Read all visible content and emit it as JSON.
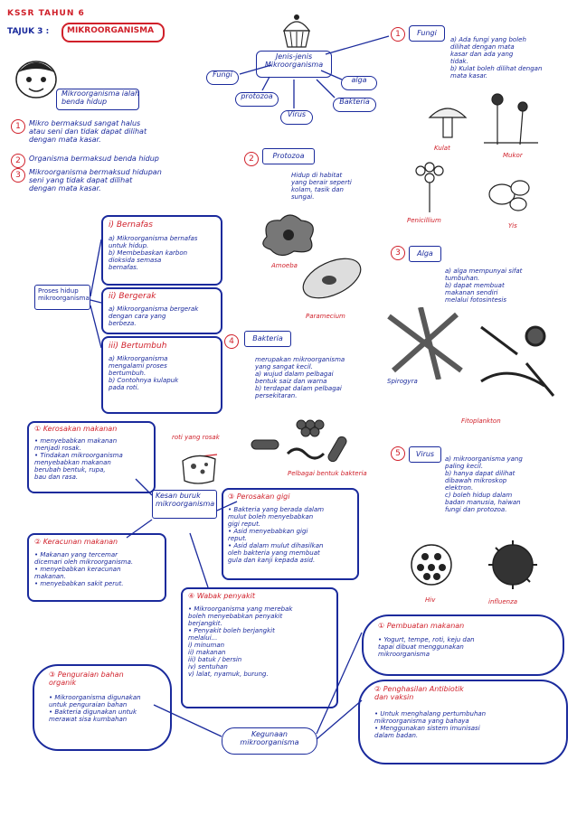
{
  "header": {
    "level": "KSSR TAHUN 6",
    "topic_prefix": "TAJUK 3 :",
    "topic": "MIKROORGANISMA"
  },
  "center": {
    "jenis": "Jenis-jenis\nMikroorganisma",
    "fungi": "Fungi",
    "alga": "alga",
    "protozoa": "protozoa",
    "virus": "Virus",
    "bakteria": "Bakteria"
  },
  "intro": {
    "definition": "Mikroorganisma ialah\nbenda hidup",
    "point1": "Mikro bermaksud sangat halus\natau seni dan tidak dapat dilihat\ndengan mata kasar.",
    "point2": "Organisma bermaksud benda hidup",
    "point3": "Mikroorganisma bermaksud hidupan\nseni yang tidak dapat dilihat\ndengan mata kasar."
  },
  "life": {
    "label": "Proses hidup\nmikroorganisma",
    "bernafas_title": "Bernafas",
    "bernafas_text": "a) Mikroorganisma bernafas\n    untuk hidup.\nb) Membebaskan karbon\n    dioksida semasa\n    bernafas.",
    "bergerak_title": "Bergerak",
    "bergerak_text": "a) Mikroorganisma bergerak\n    dengan cara yang\n    berbeza.",
    "bertumbuh_title": "Bertumbuh",
    "bertumbuh_text": "a) Mikroorganisma\n    mengalami proses\n    bertumbuh.\nb) Contohnya kulapuk\n    pada roti."
  },
  "fungi": {
    "title": "Fungi",
    "text": "a) Ada fungi yang boleh\n    dilihat dengan mata\n    kasar dan ada yang\n    tidak.\nb) Kulat boleh dilihat dengan\n    mata kasar.",
    "kulat": "Kulat",
    "mukor": "Mukor",
    "penicillium": "Penicillium",
    "yis": "Yis"
  },
  "protozoa": {
    "title": "Protozoa",
    "text": "Hidup di habitat\nyang berair seperti\nkolam, tasik dan\nsungai.",
    "amoeba": "Amoeba",
    "paramecium": "Paramecium"
  },
  "alga": {
    "title": "Alga",
    "text": "a) alga mempunyai sifat\n    tumbuhan.\nb) dapat membuat\n    makanan sendiri\n    melalui fotosintesis",
    "spirogyra": "Spirogyra",
    "fitoplankton": "Fitoplankton"
  },
  "bakteria": {
    "title": "Bakteria",
    "text": "merupakan mikroorganisma\nyang sangat kecil.\na) wujud dalam pelbagai\n    bentuk saiz dan warna\nb) terdapat dalam pelbagai\n    persekitaran.",
    "caption": "Pelbagai bentuk bakteria"
  },
  "virus": {
    "title": "Virus",
    "text": "a) mikroorganisma yang\n    paling kecil.\nb) hanya dapat dilihat\n    dibawah mikroskop\n    elektron.\nc) boleh hidup dalam\n    badan manusia, haiwan\n    fungi dan protozoa.",
    "hiv": "Hiv",
    "influenza": "influenza"
  },
  "effects": {
    "label": "Kesan buruk\nmikroorganisma",
    "e1_title": "Kerosakan makanan",
    "e1_text": "• menyebabkan makanan\n  menjadi rosak.\n• Tindakan mikroorganisma\n  menyebabkan makanan\n  berubah bentuk, rupa,\n  bau dan rasa.",
    "roti": "roti yang rosak",
    "e2_title": "Keracunan makanan",
    "e2_text": "• Makanan yang tercemar\n  dicemari oleh mikroorganisma.\n• menyebabkan keracunan\n  makanan.\n• menyebabkan sakit perut.",
    "e3_title": "Perosakan gigi",
    "e3_text": "• Bakteria yang berada dalam\n  mulut boleh menyebabkan\n  gigi reput.\n• Asid menyebabkan gigi\n  reput.\n• Asid dalam mulut dihasilkan\n  oleh bakteria yang membuat\n  gula dan kanji kepada asid.",
    "e4_title": "Wabak penyakit",
    "e4_text": "• Mikroorganisma yang merebak\n  boleh menyebabkan penyakit\n  berjangkit.\n• Penyakit boleh berjangkit\n  melalui...\n  i) minuman\n  ii) makanan\n  iii) batuk / bersin\n  iv) sentuhan\n  v) lalat, nyamuk, burung."
  },
  "uses": {
    "label": "Kegunaan\nmikroorganisma",
    "u1_title": "Pembuatan makanan",
    "u1_text": "• Yogurt, tempe, roti, keju dan\n  tapai dibuat menggunakan\n  mikroorganisma",
    "u2_title": "Penghasilan Antibiotik\ndan vaksin",
    "u2_text": "• Untuk menghalang pertumbuhan\n  mikroorganisma yang bahaya\n• Menggunakan sistem imunisasi\n  dalam badan.",
    "u3_title": "Penguraian bahan\norganik",
    "u3_text": "• Mikroorganisma digunakan\n  untuk penguraian bahan\n• Bakteria digunakan untuk\n  merawat sisa kumbahan"
  }
}
